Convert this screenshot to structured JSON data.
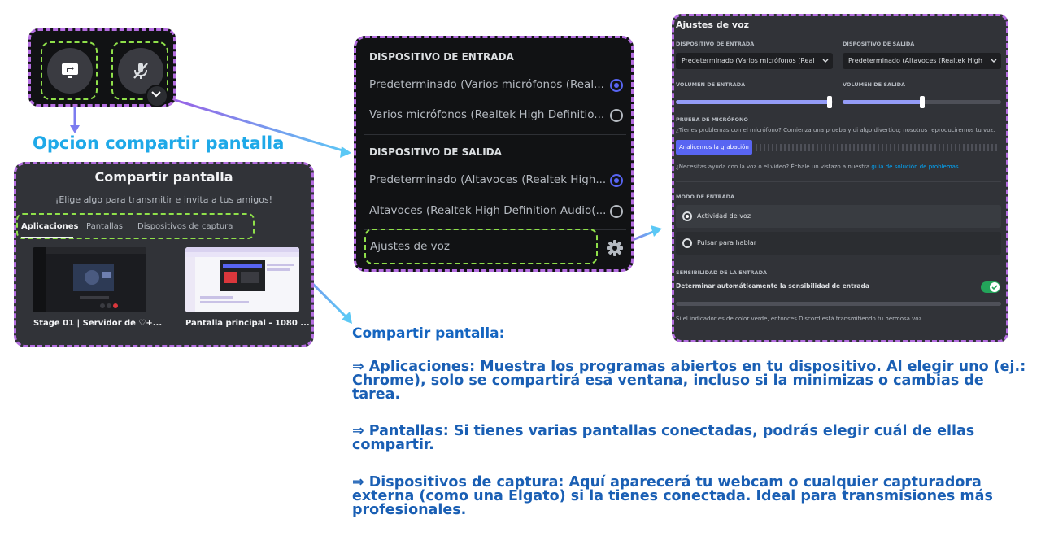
{
  "controls": {
    "share_icon": "screen-share-icon",
    "mic_icon": "mic-muted-icon",
    "chevron_icon": "chevron-down-icon"
  },
  "caption_opcion": "Opcion compartir pantalla",
  "share": {
    "title": "Compartir pantalla",
    "subtitle": "¡Elige algo para transmitir e invita a tus amigos!",
    "tabs": [
      "Aplicaciones",
      "Pantallas",
      "Dispositivos de captura"
    ],
    "thumbs": [
      {
        "label": "Stage 01 | Servidor de ♡+..."
      },
      {
        "label": "Pantalla principal - 1080 ..."
      }
    ]
  },
  "menu": {
    "input_header": "DISPOSITIVO DE ENTRADA",
    "input_items": [
      "Predeterminado (Varios micrófonos (Real...",
      "Varios micrófonos (Realtek High Definitio..."
    ],
    "output_header": "DISPOSITIVO DE SALIDA",
    "output_items": [
      "Predeterminado (Altavoces (Realtek High...",
      "Altavoces (Realtek High Definition Audio(..."
    ],
    "voice_settings": "Ajustes de voz",
    "gear_icon": "gear-icon"
  },
  "settings": {
    "title": "Ajustes de voz",
    "input_device_label": "DISPOSITIVO DE ENTRADA",
    "input_device_value": "Predeterminado (Varios micrófonos (Real",
    "output_device_label": "DISPOSITIVO DE SALIDA",
    "output_device_value": "Predeterminado (Altavoces (Realtek High",
    "input_volume_label": "VOLUMEN DE ENTRADA",
    "input_volume_level": 0.98,
    "output_volume_label": "VOLUMEN DE SALIDA",
    "output_volume_level": 0.5,
    "mic_test_label": "PRUEBA DE MICRÓFONO",
    "mic_test_text": "¿Tienes problemas con el micrófono? Comienza una prueba y di algo divertido; nosotros reproduciremos tu voz.",
    "analyze_button": "Analicemos la grabación",
    "help_text": "¿Necesitas ayuda con la voz o el vídeo? Échale un vistazo a nuestra",
    "help_link": "guía de solución de problemas.",
    "mode_label": "MODO DE ENTRADA",
    "mode_voice": "Actividad de voz",
    "mode_ptt": "Pulsar para hablar",
    "sensitivity_label": "SENSIBILIDAD DE LA ENTRADA",
    "auto_sensitivity": "Determinar automáticamente la sensibilidad de entrada",
    "indicator_text": "Si el indicador es de color verde, entonces Discord está transmitiendo tu hermosa voz."
  },
  "explanation": {
    "title": "Compartir pantalla:",
    "p1": "⇒ Aplicaciones: Muestra los programas abiertos en tu dispositivo. Al elegir uno (ej.: Chrome), solo se compartirá esa ventana, incluso si la minimizas o cambias de tarea.",
    "p2": "⇒ Pantallas: Si tienes varias pantallas conectadas, podrás elegir cuál de ellas compartir.",
    "p3": "⇒ Dispositivos de captura: Aquí aparecerá tu webcam o cualquier capturadora externa (como una Elgato) si la tienes conectada. Ideal para transmisiones más profesionales."
  },
  "colors": {
    "accent": "#5865f2",
    "dash_purple": "#b46ee0",
    "dash_green": "#8fe04a",
    "caption_blue": "#1fa9e8",
    "text_blue": "#1a5fb4"
  }
}
